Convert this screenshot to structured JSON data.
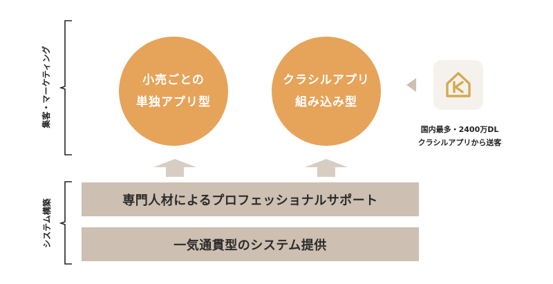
{
  "sections": {
    "top_label": "集客・マーケティング",
    "bottom_label": "システム構築"
  },
  "circles": [
    {
      "line1": "小売ごとの",
      "line2": "単独アプリ型"
    },
    {
      "line1": "クラシルアプリ",
      "line2": "組み込み型"
    }
  ],
  "bars": [
    {
      "label": "専門人材によるプロフェッショナルサポート"
    },
    {
      "label": "一気通貫型のシステム提供"
    }
  ],
  "app": {
    "caption_line1": "国内最多・2400万DL",
    "caption_line2": "クラシルアプリから送客"
  },
  "colors": {
    "circle": "#e6a35a",
    "bar": "#cdbfb1",
    "arrow": "#d8cdc2",
    "logo": "#d4aa4e"
  }
}
